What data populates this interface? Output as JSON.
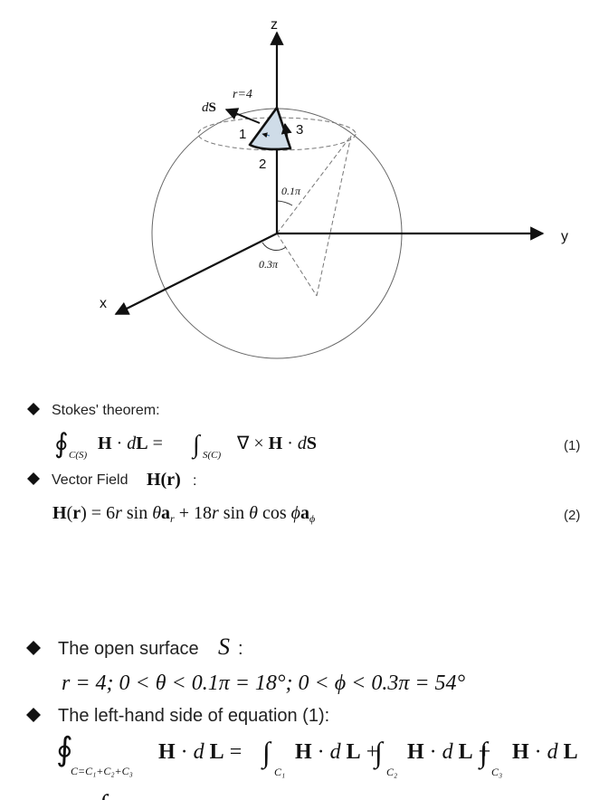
{
  "figure": {
    "axes": {
      "z": "z",
      "y": "y",
      "x": "x"
    },
    "radius_label": "r=4",
    "dS_label": "dS",
    "path_labels": {
      "p1": "1",
      "p2": "2",
      "p3": "3"
    },
    "theta_label": "0.1π",
    "phi_label": "0.3π"
  },
  "bullets": {
    "b1": {
      "title": "Stokes' theorem:",
      "eq_number": "(1)"
    },
    "b2": {
      "title": "Vector Field",
      "field": "H(r)",
      "colon": ":",
      "eq_number": "(2)"
    },
    "b3": {
      "title": "The open surface",
      "symbol": "S",
      "colon": ":",
      "line": "r = 4; 0 < θ < 0.1π = 18°; 0 < ϕ < 0.3π = 54°"
    },
    "b4": {
      "title": "The left-hand side of equation (1):"
    }
  },
  "colors": {
    "ink": "#111111",
    "patch_fill": "#cfdce8",
    "circle": "#666666"
  }
}
